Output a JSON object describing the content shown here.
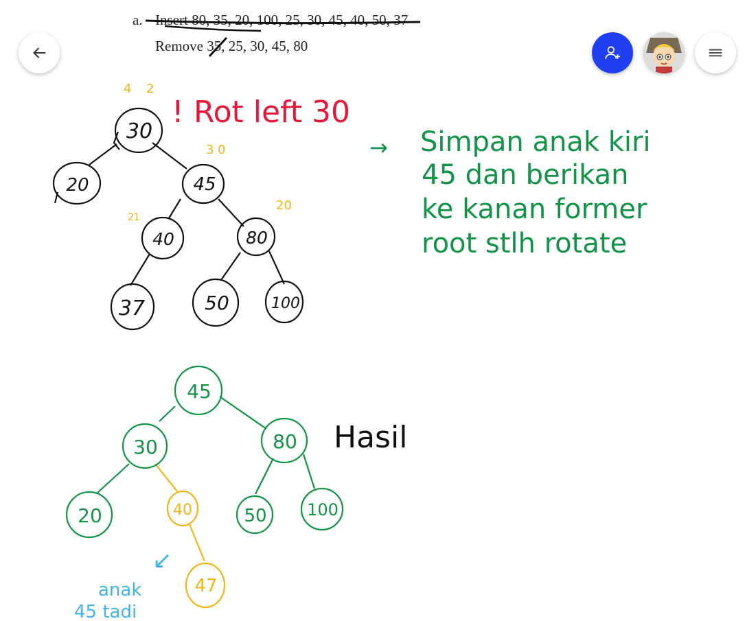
{
  "printed_question": {
    "item_letter": "a.",
    "insert_line": "Insert 80, 35, 20, 100, 25, 30, 45, 40, 50, 37",
    "remove_line": "Remove 35, 25, 30, 45, 80"
  },
  "tree_before": {
    "nodes": [
      "30",
      "20",
      "45",
      "40",
      "80",
      "37",
      "50",
      "100"
    ],
    "height_notes": [
      "4",
      "2",
      "3",
      "0",
      "21",
      "20"
    ]
  },
  "rotation_note": {
    "mark": "!",
    "text": "Rot left 30"
  },
  "explanation": {
    "arrow": "→",
    "lines": [
      "Simpan anak kiri",
      "45 dan berikan",
      "ke kanan former",
      "root stlh rotate"
    ]
  },
  "tree_after": {
    "nodes": [
      "45",
      "30",
      "80",
      "20",
      "40",
      "50",
      "100",
      "47"
    ],
    "result_label": "Hasil"
  },
  "side_note": {
    "arrow": "↙",
    "lines": [
      "anak",
      "45 tadi"
    ]
  },
  "colors": {
    "black_ink": "#111111",
    "red_ink": "#e8173a",
    "green_ink": "#119447",
    "orange_ink": "#f5b517",
    "blue_ink": "#41b4ea",
    "fab_blue": "#1f3ff0"
  },
  "toolbar": {
    "back_icon": "arrow-left-icon",
    "add_user_icon": "add-user-icon",
    "menu_icon": "hamburger-menu-icon",
    "avatar_icon": "avatar-illustration"
  }
}
